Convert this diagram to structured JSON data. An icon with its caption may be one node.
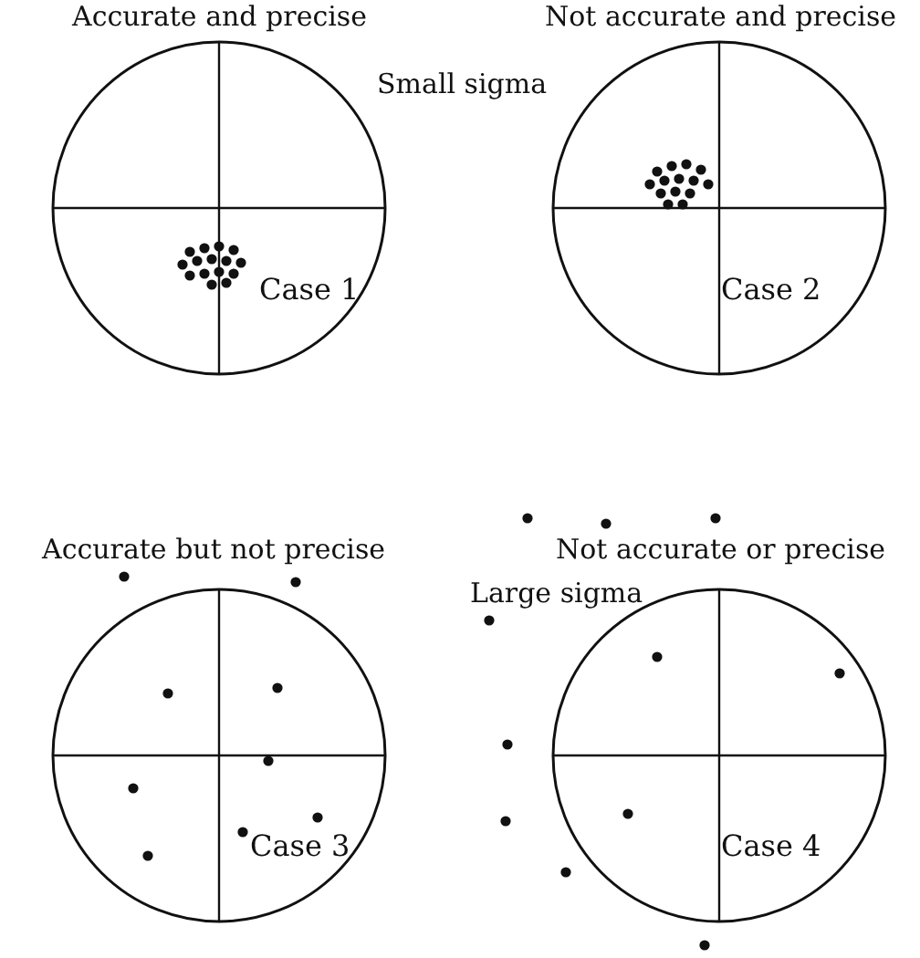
{
  "diagram": {
    "nodes": [
      {
        "text": [
          "Case 1"
        ],
        "beside": [
          "Accurate and precise"
        ]
      },
      {
        "text": [
          "Case 2"
        ],
        "beside": [
          "Not accurate and precise"
        ]
      },
      {
        "text": [
          "Case 3"
        ],
        "beside": [
          "Accurate but not precise"
        ]
      },
      {
        "text": [
          "Case 4"
        ],
        "beside": [
          "Not accurate or precise"
        ]
      }
    ],
    "labels": [
      "Small sigma",
      "Large sigma"
    ]
  }
}
